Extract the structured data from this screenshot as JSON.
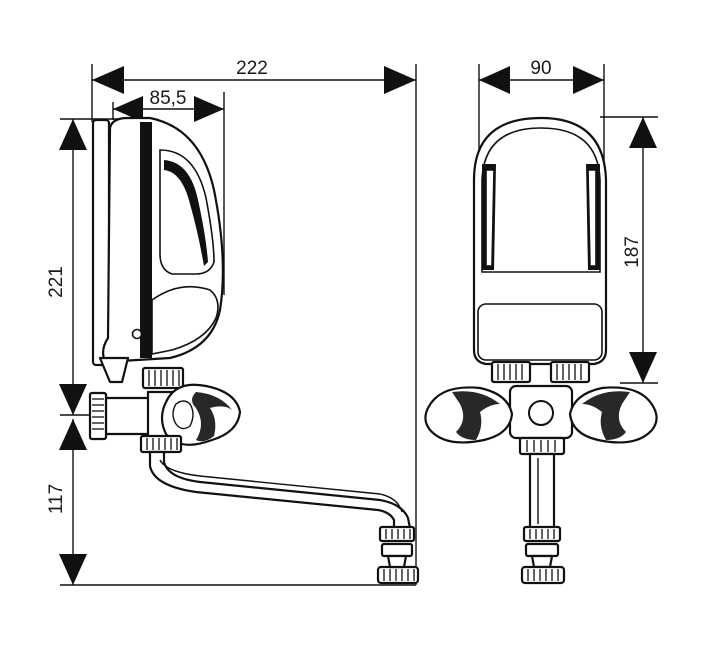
{
  "dimensions": {
    "overall_width": "222",
    "body_depth": "85,5",
    "body_height": "221",
    "spout_height": "117",
    "front_width": "90",
    "front_height": "187"
  }
}
